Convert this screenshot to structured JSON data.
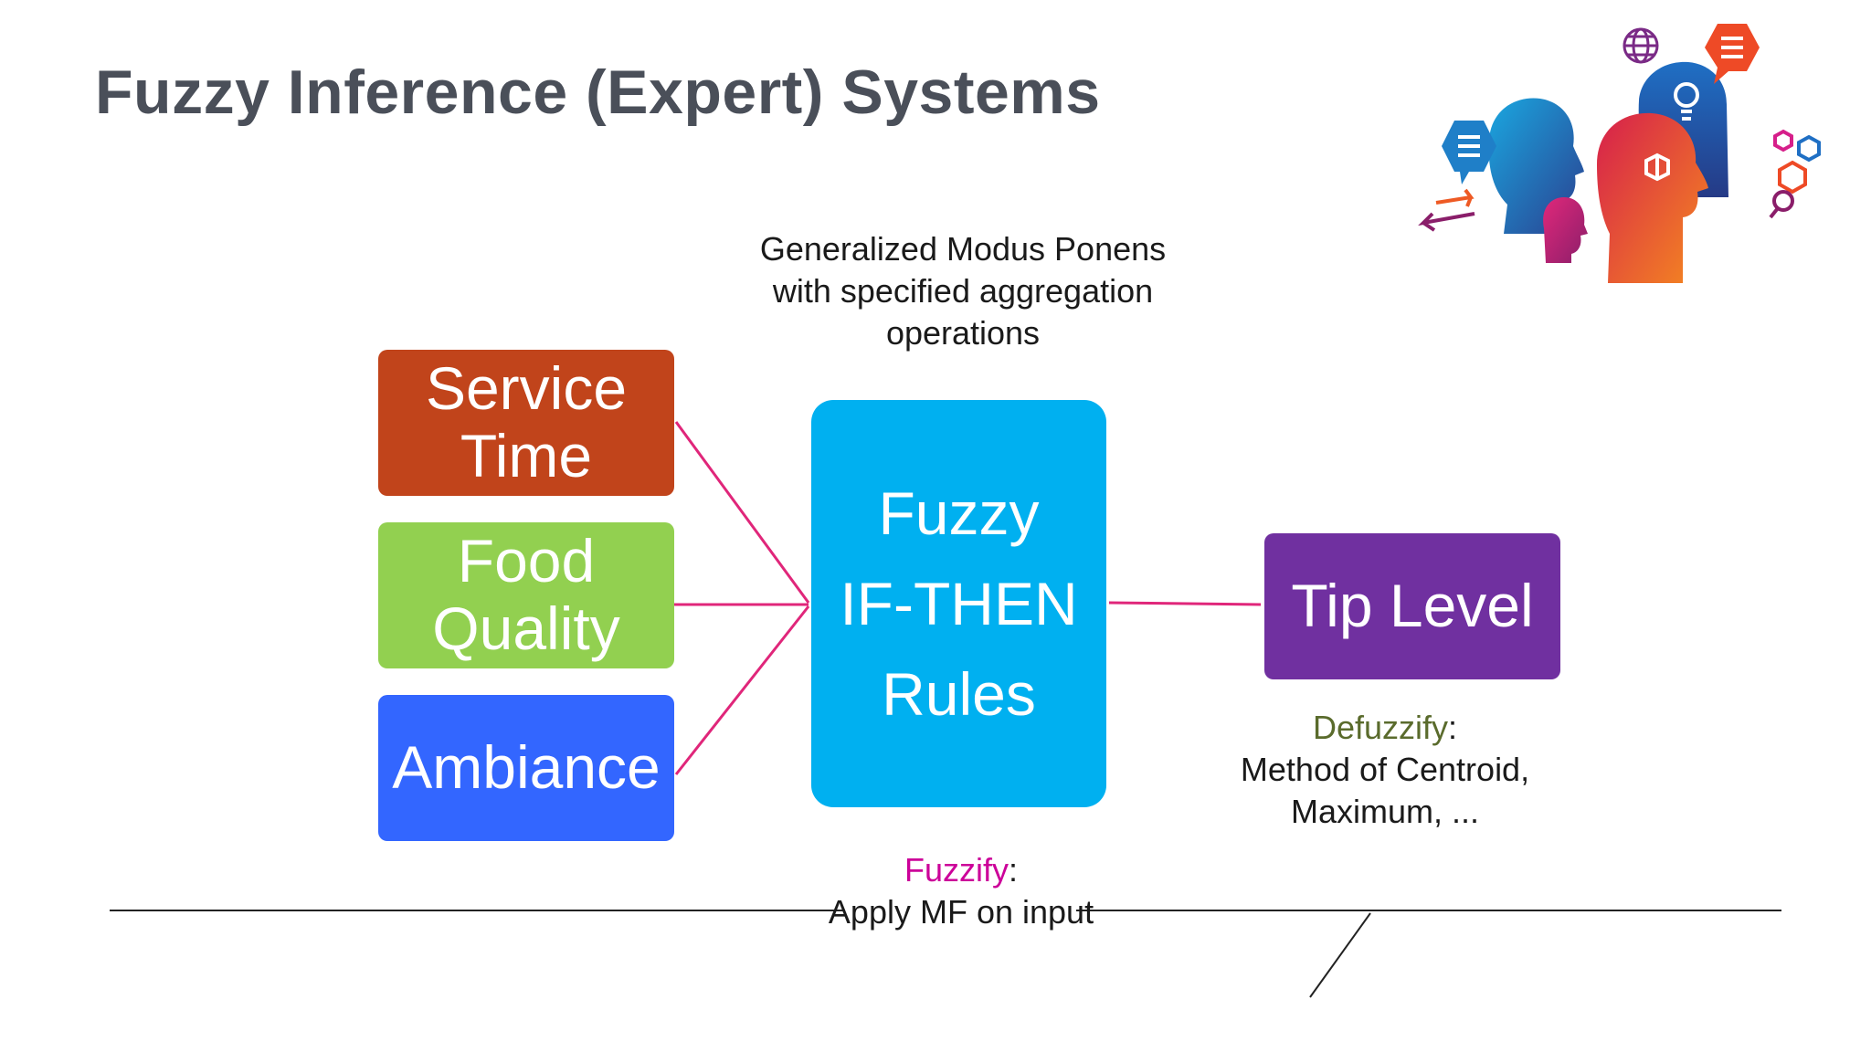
{
  "title": "Fuzzy Inference (Expert) Systems",
  "inputs": [
    {
      "label": "Service\nTime",
      "color": "#c1441b"
    },
    {
      "label": "Food\nQuality",
      "color": "#92d050"
    },
    {
      "label": "Ambiance",
      "color": "#3366ff"
    }
  ],
  "rules": {
    "label": "Fuzzy\nIF-THEN\nRules",
    "color": "#00b0f0"
  },
  "output": {
    "label": "Tip Level",
    "color": "#7030a0"
  },
  "gmp_note": "Generalized Modus Ponens with specified aggregation operations",
  "fuzzify": {
    "head": "Fuzzify",
    "colon": ":",
    "body": "Apply MF on input",
    "head_color": "#cc0099"
  },
  "defuzzify": {
    "head": "Defuzzify",
    "colon": ":",
    "line1": "Method of Centroid,",
    "line2": "Maximum, ...",
    "head_color": "#5a6b2c"
  },
  "connector_color": "#e0267a"
}
